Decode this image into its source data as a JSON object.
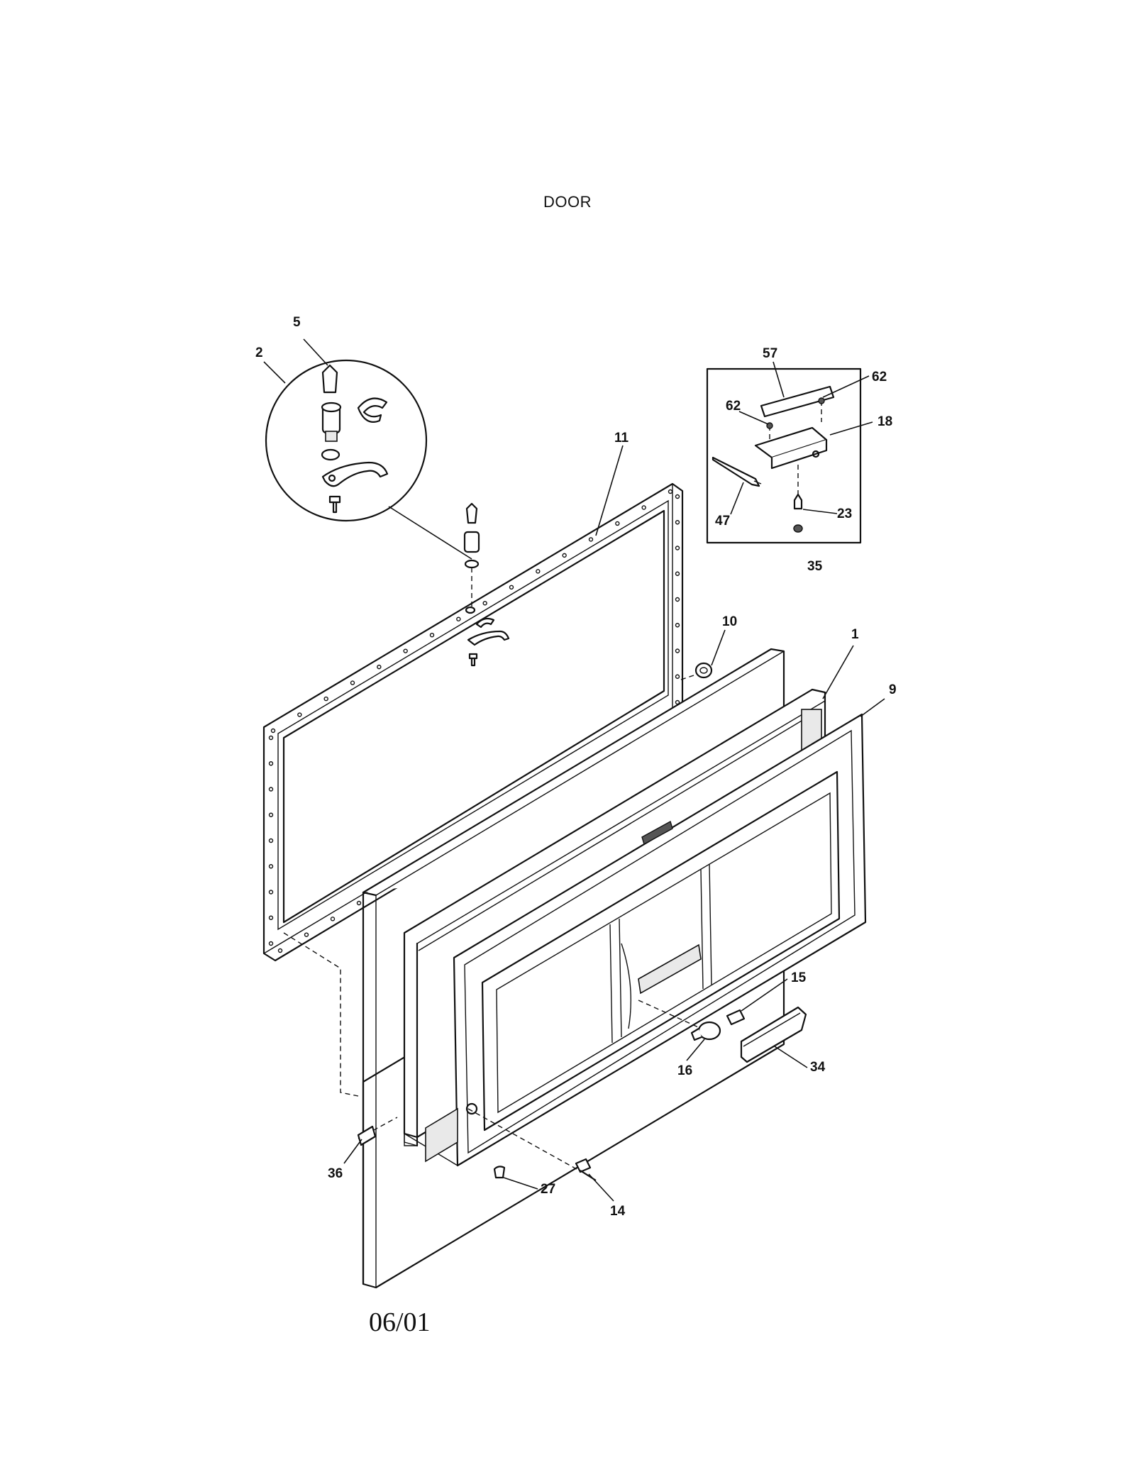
{
  "title": "DOOR",
  "date_code": "06/01",
  "callouts": {
    "c1": "1",
    "c2": "2",
    "c5": "5",
    "c9": "9",
    "c10": "10",
    "c11": "11",
    "c14": "14",
    "c15": "15",
    "c16": "16",
    "c18": "18",
    "c23": "23",
    "c27": "27",
    "c34": "34",
    "c35": "35",
    "c36": "36",
    "c47": "47",
    "c57": "57",
    "c62a": "62",
    "c62b": "62"
  }
}
